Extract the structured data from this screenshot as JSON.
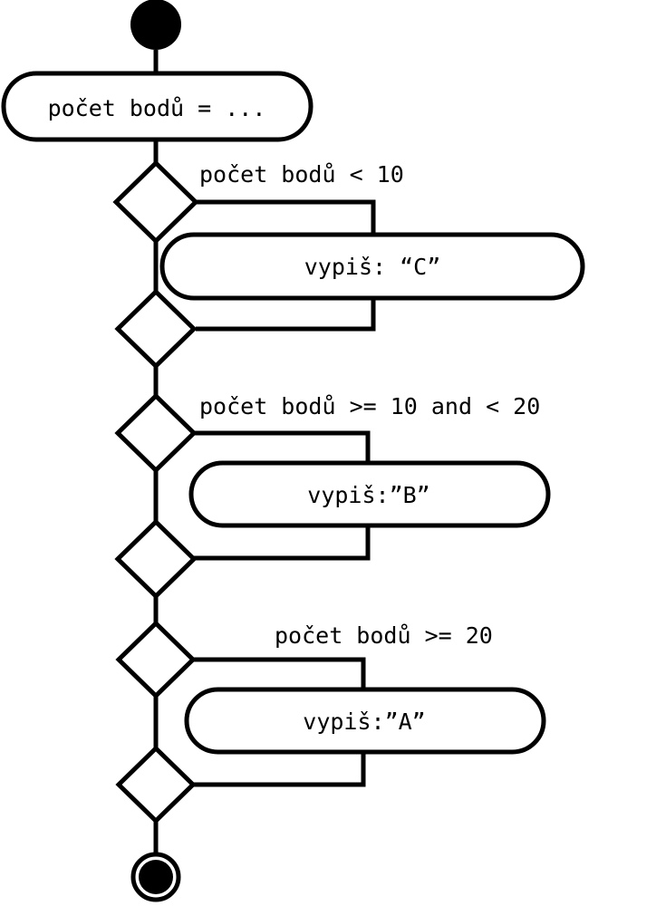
{
  "diagram": {
    "kind": "uml-activity-diagram",
    "background_color": "#ffffff",
    "line_color": "#000000",
    "start_node": {
      "name": "initial-node",
      "shape": "filled-circle"
    },
    "end_node": {
      "name": "final-node",
      "shape": "circled-filled-circle"
    },
    "nodes": [
      {
        "id": "init",
        "type": "initial",
        "label": ""
      },
      {
        "id": "assign",
        "type": "action",
        "label": "počet bodů = ..."
      },
      {
        "id": "dec1",
        "type": "decision",
        "label": ""
      },
      {
        "id": "actC",
        "type": "action",
        "label": "vypiš: “C”"
      },
      {
        "id": "mrg1",
        "type": "merge",
        "label": ""
      },
      {
        "id": "dec2",
        "type": "decision",
        "label": ""
      },
      {
        "id": "actB",
        "type": "action",
        "label": "vypiš:”B”"
      },
      {
        "id": "mrg2",
        "type": "merge",
        "label": ""
      },
      {
        "id": "dec3",
        "type": "decision",
        "label": ""
      },
      {
        "id": "actA",
        "type": "action",
        "label": "vypiš:”A”"
      },
      {
        "id": "mrg3",
        "type": "merge",
        "label": ""
      },
      {
        "id": "final",
        "type": "final",
        "label": ""
      }
    ],
    "guards": [
      {
        "id": "guard1",
        "text": "počet bodů < 10"
      },
      {
        "id": "guard2",
        "text": "počet bodů >= 10 and < 20"
      },
      {
        "id": "guard3",
        "text": "počet bodů >= 20"
      }
    ]
  }
}
